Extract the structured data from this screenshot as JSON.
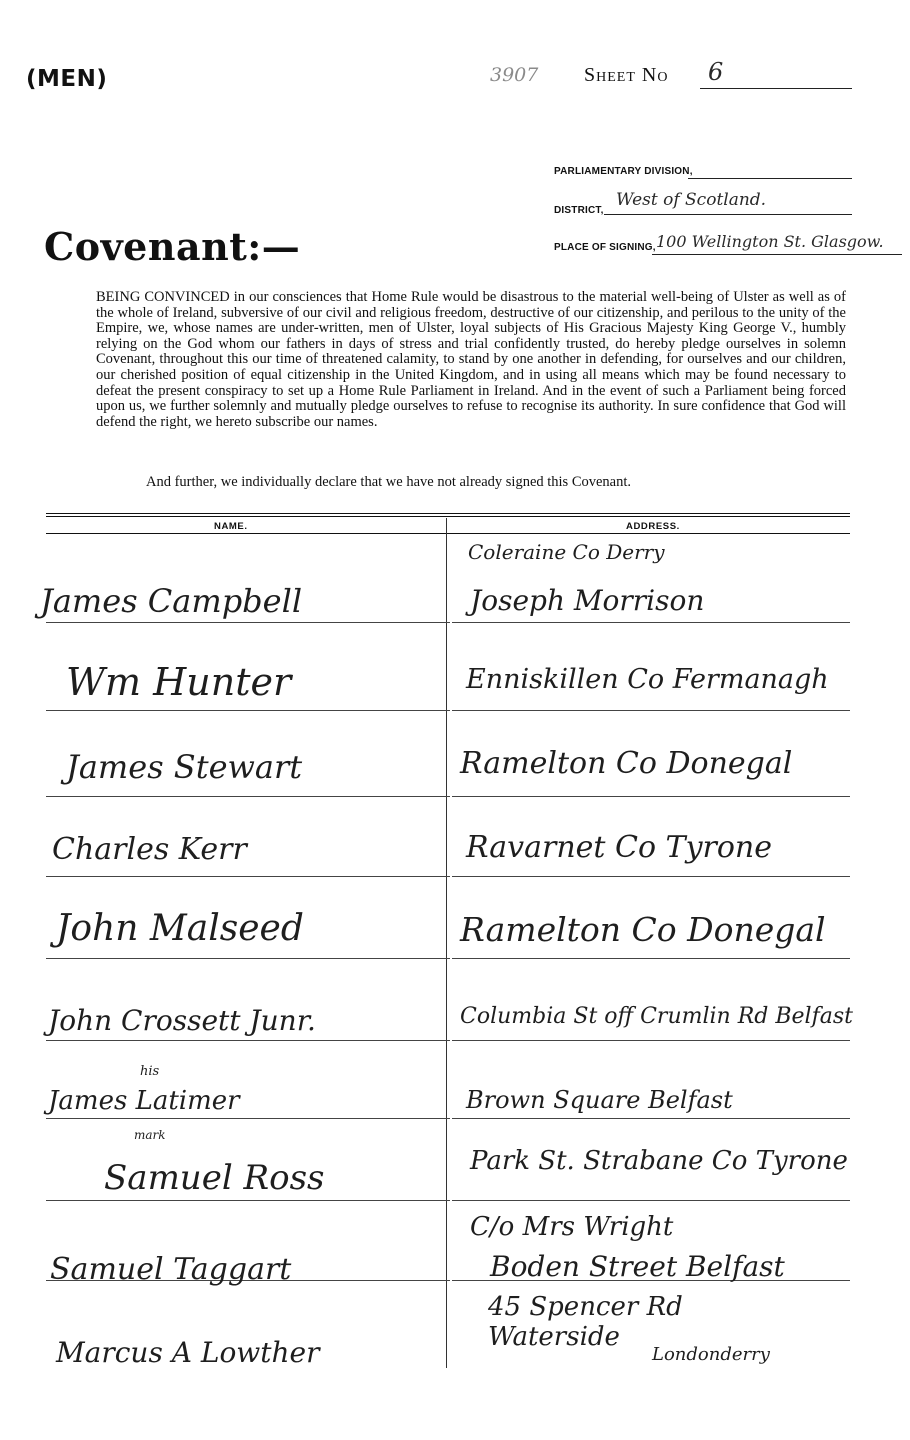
{
  "header": {
    "category": "(MEN)",
    "ref_number": "3907",
    "sheet_label": "Sheet No",
    "sheet_number": "6"
  },
  "meta": {
    "division_label": "PARLIAMENTARY DIVISION,",
    "division_value": "",
    "district_label": "DISTRICT,",
    "district_value": "West of Scotland.",
    "place_label": "PLACE OF SIGNING,",
    "place_value": "100 Wellington St. Glasgow."
  },
  "covenant": {
    "title": "Covenant:—",
    "text": "BEING CONVINCED in our consciences that Home Rule would be disastrous to the material well-being of Ulster as well as of the whole of Ireland, subversive of our civil and religious freedom, destructive of our citizenship, and perilous to the unity of the Empire, we, whose names are under-written, men of Ulster, loyal subjects of His Gracious Majesty King George V., humbly relying on the God whom our fathers in days of stress and trial confidently trusted, do hereby pledge ourselves in solemn Covenant, throughout this our time of threatened calamity, to stand by one another in defending, for ourselves and our children, our cherished position of equal citizenship in the United Kingdom, and in using all means which may be found necessary to defeat the present conspiracy to set up a Home Rule Parliament in Ireland. And in the event of such a Parliament being forced upon us, we further solemnly and mutually pledge ourselves to refuse to recognise its authority. In sure confidence that God will defend the right, we hereto subscribe our names.",
    "declaration": "And further, we individually declare that we have not already signed this Covenant."
  },
  "table": {
    "name_header": "NAME.",
    "address_header": "ADDRESS.",
    "top_note": "Coleraine Co Derry",
    "rows": [
      {
        "name": "James Campbell",
        "address": "Joseph Morrison"
      },
      {
        "name": "Wm Hunter",
        "address": "Enniskillen Co Fermanagh"
      },
      {
        "name": "James Stewart",
        "address": "Ramelton Co Donegal"
      },
      {
        "name": "Charles Kerr",
        "address": "Ravarnet Co Tyrone"
      },
      {
        "name": "John Malseed",
        "address": "Ramelton Co Donegal"
      },
      {
        "name": "John Crossett Junr.",
        "address": "Columbia St off Crumlin Rd Belfast"
      },
      {
        "name": "James Latimer",
        "address": "Brown Square Belfast",
        "name_note": "his"
      },
      {
        "name": "Samuel Ross",
        "address": "Park St. Strabane Co Tyrone",
        "name_note": "mark"
      },
      {
        "name": "Samuel Taggart",
        "address": "Boden Street Belfast",
        "address_note": "C/o Mrs Wright"
      },
      {
        "name": "Marcus A Lowther",
        "address": "45 Spencer Rd Waterside",
        "address_note2": "Londonderry"
      }
    ]
  }
}
